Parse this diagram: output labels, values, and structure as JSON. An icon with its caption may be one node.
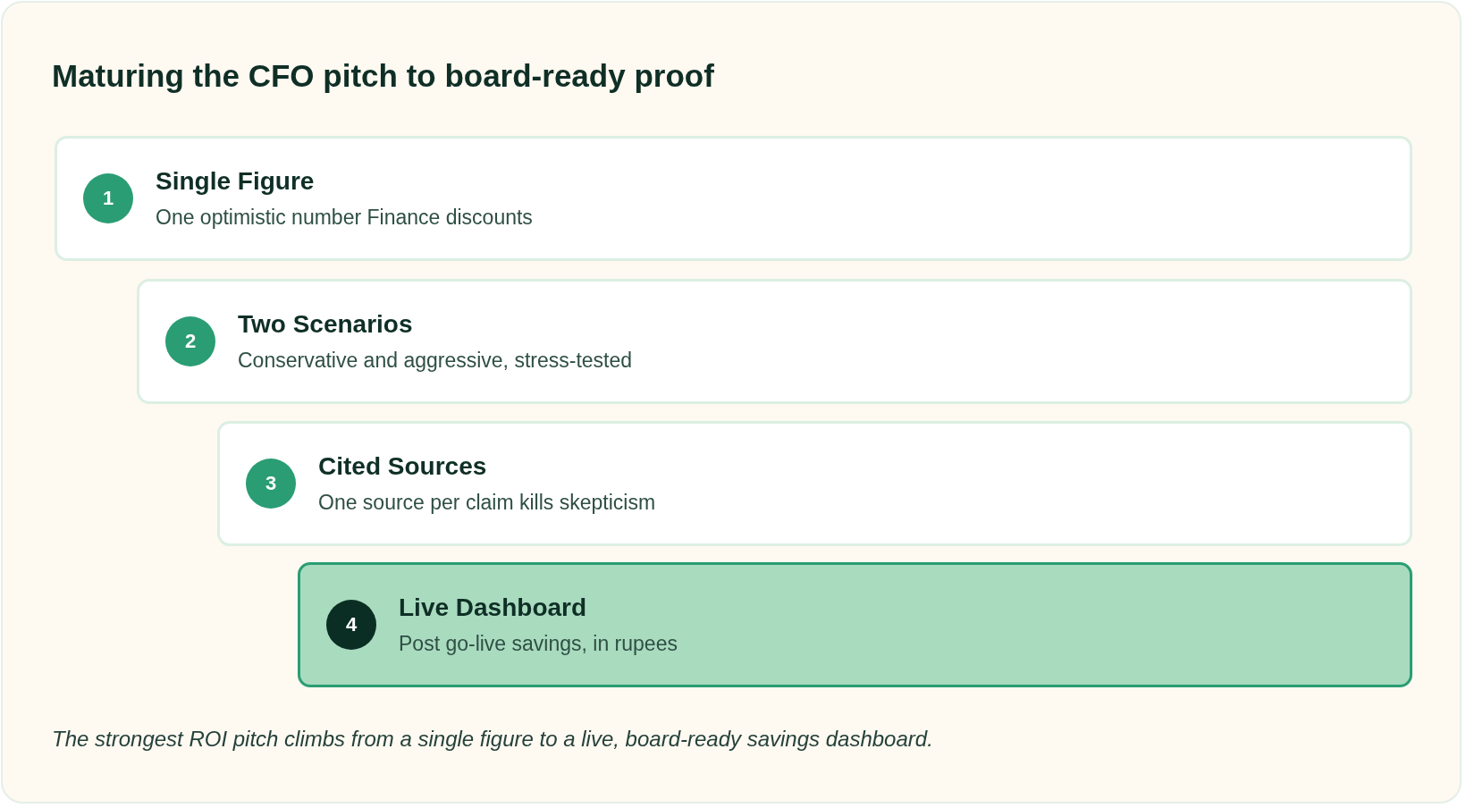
{
  "diagram": {
    "title": "Maturing the CFO pitch to board-ready proof",
    "nodes": [
      {
        "text": [
          "Single Figure",
          "One optimistic number Finance discounts"
        ]
      },
      {
        "text": [
          "1"
        ],
        "in": 0
      },
      {
        "text": [
          "Two Scenarios",
          "Conservative and aggressive, stress-tested"
        ]
      },
      {
        "text": [
          "2"
        ],
        "in": 2
      },
      {
        "text": [
          "Cited Sources",
          "One source per claim kills skepticism"
        ]
      },
      {
        "text": [
          "3"
        ],
        "in": 4
      },
      {
        "text": [
          "Live Dashboard",
          "Post go-live savings, in rupees"
        ]
      },
      {
        "text": [
          "4"
        ],
        "in": 6
      }
    ],
    "caption": "The strongest ROI pitch climbs from a single figure to a live, board-ready savings dashboard."
  }
}
